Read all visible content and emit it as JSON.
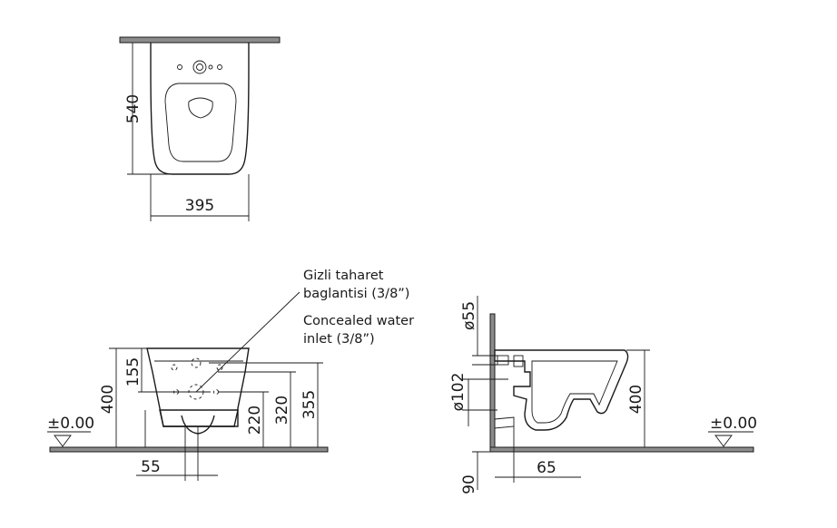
{
  "top_view": {
    "depth_label": "540",
    "width_label": "395"
  },
  "front_view": {
    "level_label": "±0.00",
    "height_400": "400",
    "height_155": "155",
    "height_220": "220",
    "height_320": "320",
    "height_355": "355",
    "offset_55": "55",
    "note_tr_line1": "Gizli  taharet",
    "note_tr_line2": "baglantisi  (3/8”)",
    "note_en_line1": "Concealed  water",
    "note_en_line2": "inlet  (3/8”)"
  },
  "side_view": {
    "level_label": "±0.00",
    "dia_55": "ø55",
    "dia_102": "ø102",
    "height_400": "400",
    "depth_90": "90",
    "offset_65": "65"
  }
}
